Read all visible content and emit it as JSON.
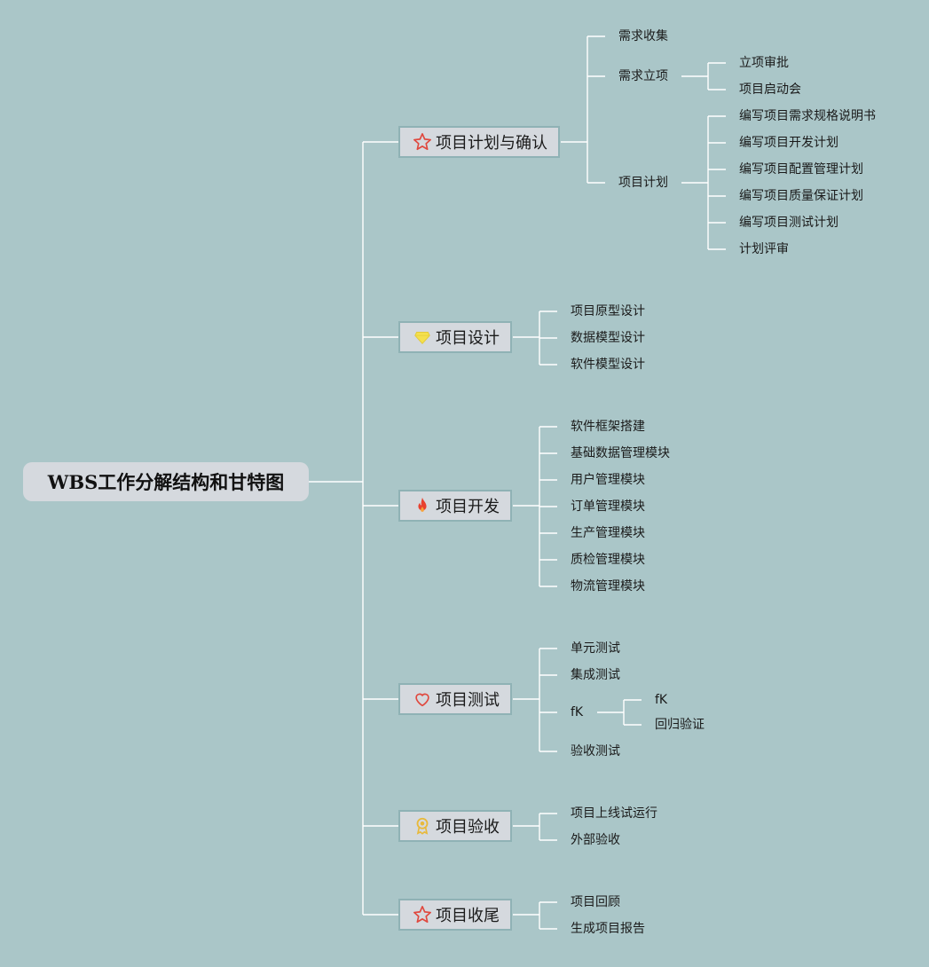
{
  "root": {
    "label": "WBS工作分解结构和甘特图"
  },
  "branches": [
    {
      "label": "项目计划与确认",
      "icon": "star-icon",
      "children": [
        {
          "label": "需求收集",
          "children": []
        },
        {
          "label": "需求立项",
          "children": [
            {
              "label": "立项审批"
            },
            {
              "label": "项目启动会"
            }
          ]
        },
        {
          "label": "项目计划",
          "children": [
            {
              "label": "编写项目需求规格说明书"
            },
            {
              "label": "编写项目开发计划"
            },
            {
              "label": "编写项目配置管理计划"
            },
            {
              "label": "编写项目质量保证计划"
            },
            {
              "label": "编写项目测试计划"
            },
            {
              "label": "计划评审"
            }
          ]
        }
      ]
    },
    {
      "label": "项目设计",
      "icon": "diamond-icon",
      "children": [
        {
          "label": "项目原型设计",
          "children": []
        },
        {
          "label": "数据模型设计",
          "children": []
        },
        {
          "label": "软件模型设计",
          "children": []
        }
      ]
    },
    {
      "label": "项目开发",
      "icon": "fire-icon",
      "children": [
        {
          "label": "软件框架搭建",
          "children": []
        },
        {
          "label": "基础数据管理模块",
          "children": []
        },
        {
          "label": "用户管理模块",
          "children": []
        },
        {
          "label": "订单管理模块",
          "children": []
        },
        {
          "label": "生产管理模块",
          "children": []
        },
        {
          "label": "质检管理模块",
          "children": []
        },
        {
          "label": "物流管理模块",
          "children": []
        }
      ]
    },
    {
      "label": "项目测试",
      "icon": "heart-icon",
      "children": [
        {
          "label": "单元测试",
          "children": []
        },
        {
          "label": "集成测试",
          "children": []
        },
        {
          "label": "fK",
          "children": [
            {
              "label": "fK"
            },
            {
              "label": "回归验证"
            }
          ]
        },
        {
          "label": "验收测试",
          "children": []
        }
      ]
    },
    {
      "label": "项目验收",
      "icon": "medal-icon",
      "children": [
        {
          "label": "项目上线试运行",
          "children": []
        },
        {
          "label": "外部验收",
          "children": []
        }
      ]
    },
    {
      "label": "项目收尾",
      "icon": "star-icon",
      "children": [
        {
          "label": "项目回顾",
          "children": []
        },
        {
          "label": "生成项目报告",
          "children": []
        }
      ]
    }
  ],
  "colors": {
    "background": "#aac6c8",
    "connector": "#ffffff",
    "node_fill": "#d5d9de",
    "node_border": "#8fb2b5"
  }
}
